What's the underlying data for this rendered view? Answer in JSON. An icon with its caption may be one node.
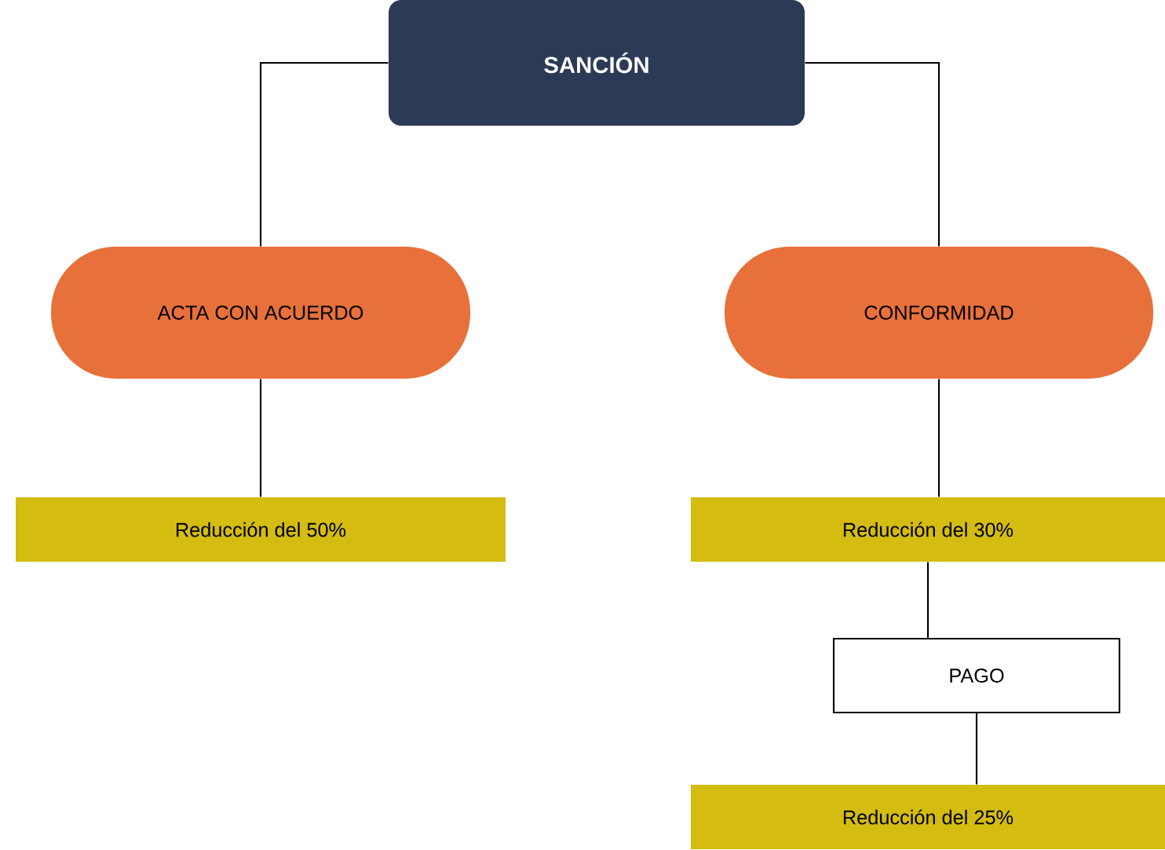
{
  "diagram": {
    "nodes": [
      {
        "text": [
          "SANCIÓN"
        ]
      },
      {
        "text": [
          "ACTA CON ACUERDO"
        ]
      },
      {
        "text": [
          "CONFORMIDAD"
        ]
      },
      {
        "text": [
          "Reducción del 50%"
        ]
      },
      {
        "text": [
          "Reducción del 30%"
        ]
      },
      {
        "text": [
          "PAGO"
        ]
      },
      {
        "text": [
          "Reducción del 25%"
        ]
      }
    ],
    "edges": [
      {
        "from": 0,
        "to": 1,
        "arrow": "none"
      },
      {
        "from": 0,
        "to": 2,
        "arrow": "none"
      },
      {
        "from": 1,
        "to": 3,
        "arrow": "none"
      },
      {
        "from": 2,
        "to": 4,
        "arrow": "none"
      },
      {
        "from": 4,
        "to": 5,
        "arrow": "none"
      },
      {
        "from": 5,
        "to": 6,
        "arrow": "none"
      }
    ]
  }
}
